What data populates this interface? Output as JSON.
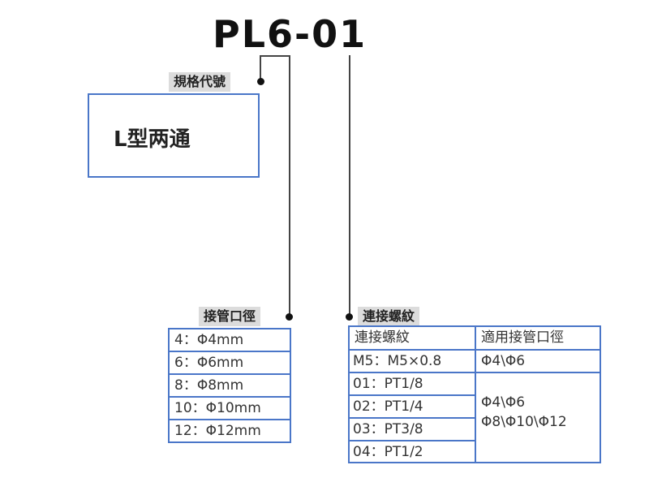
{
  "model_code": "PL6-01",
  "spec": {
    "label": "規格代號",
    "value": "L型两通"
  },
  "tube_diameter": {
    "label": "接管口徑",
    "rows": [
      "4：Φ4mm",
      "6：Φ6mm",
      "8：Φ8mm",
      "10：Φ10mm",
      "12：Φ12mm"
    ]
  },
  "thread": {
    "label": "連接螺紋",
    "table": {
      "col_thread": "連接螺紋",
      "col_tube": "適用接管口徑",
      "rows": [
        "M5：M5×0.8",
        "01：PT1/8",
        "02：PT1/4",
        "03：PT3/8",
        "04：PT1/2"
      ],
      "tube_m5": "Φ4\\Φ6",
      "tube_pt_line1": "Φ4\\Φ6",
      "tube_pt_line2": "Φ8\\Φ10\\Φ12"
    }
  },
  "colors": {
    "border_blue": "#4a76c8",
    "tag_gray": "#dcdcdc"
  }
}
